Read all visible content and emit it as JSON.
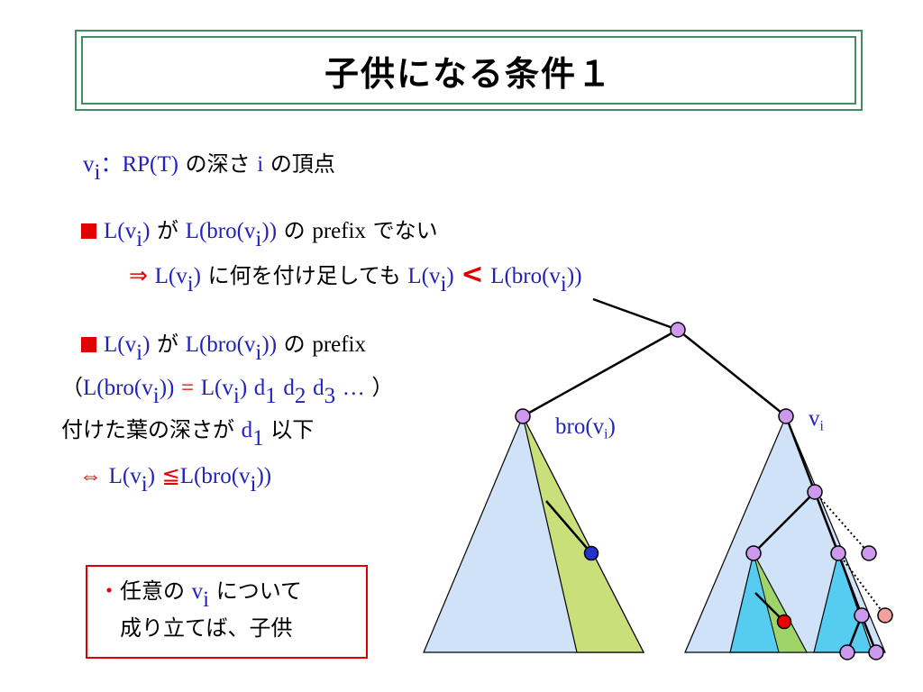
{
  "title": "子供になる条件１",
  "definition": {
    "v": "v",
    "i": "i",
    "colon": "：",
    "rpt": "RP(T)",
    "text1": "の深さ",
    "i2": "i",
    "text2": "の頂点"
  },
  "bullet1": {
    "lv": "L(v",
    "i": "i",
    "close": ")",
    "ga": "が",
    "lbro": "L(bro(v",
    "i2": "i",
    "close2": "))",
    "no": "の",
    "prefix": "prefix",
    "denai": "でない"
  },
  "implication": {
    "arrow": "⇒",
    "lv": "L(v",
    "i": "i",
    "close": ")",
    "text": "に何を付け足しても",
    "lv2": "L(v",
    "i2": "i",
    "close2": ")",
    "lt": "<",
    "lbro": "L(bro(v",
    "i3": "i",
    "close3": "))"
  },
  "bullet2": {
    "lv": "L(v",
    "i": "i",
    "close": ")",
    "ga": "が",
    "lbro": "L(bro(v",
    "i2": "i",
    "close2": "))",
    "no": "の",
    "prefix": "prefix"
  },
  "paren_line": {
    "open": "（",
    "lbro": "L(bro(v",
    "i": "i",
    "close": "))",
    "eq": "=",
    "lv": "L(v",
    "i2": "i",
    "close2": ")",
    "d1": "d",
    "s1": "1",
    "d2": "d",
    "s2": "2",
    "d3": "d",
    "s3": "3",
    "ellipsis": "…",
    "end": "）"
  },
  "leaf_line": {
    "text": "付けた葉の深さが",
    "d": "d",
    "s": "1",
    "tail": "以下"
  },
  "iff_line": {
    "arrow": "⇔",
    "lv": "L(v",
    "i": "i",
    "close": ")",
    "le": "≦",
    "lbro": "L(bro(v",
    "i2": "i",
    "close2": "))"
  },
  "note": {
    "bullet": "・",
    "text1": "任意の",
    "v": "v",
    "i": "i",
    "text2": "について",
    "line2": "成り立てば、子供"
  },
  "tree": {
    "bro_label": "bro(v",
    "bro_i": "i",
    "bro_close": ")",
    "vi_label": "v",
    "vi_sub": "i"
  },
  "colors": {
    "accent_blue": "#2222bb",
    "accent_red": "#e00000",
    "frame_green": "#3d8f5f",
    "node_fill": "#cc99ee",
    "triangle_light_blue": "#cfe2f7",
    "triangle_cyan": "#55ccf0",
    "triangle_green": "#c9e07a"
  }
}
